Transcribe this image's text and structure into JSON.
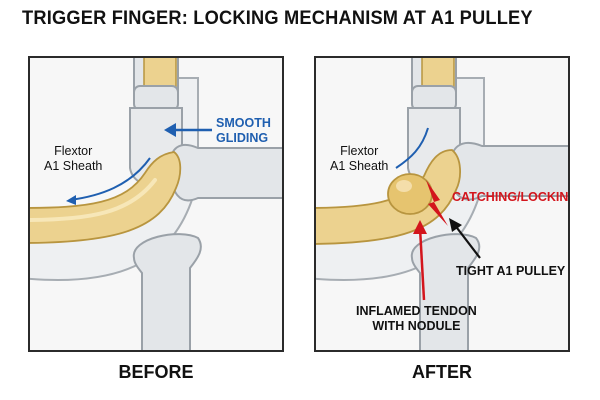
{
  "title": "TRIGGER FINGER: LOCKING MECHANISM AT A1 PULLEY",
  "panels": {
    "before": {
      "caption": "BEFORE",
      "sheath_label_line1": "Flextor",
      "sheath_label_line2": "A1 Sheath",
      "gliding_label_line1": "SMOOTH",
      "gliding_label_line2": "GLIDING"
    },
    "after": {
      "caption": "AFTER",
      "sheath_label_line1": "Flextor",
      "sheath_label_line2": "A1 Sheath",
      "catching_label": "CATCHING/LOCKING",
      "pulley_label": "TIGHT A1 PULLEY",
      "tendon_label_line1": "INFLAMED TENDON",
      "tendon_label_line2": "WITH NODULE"
    }
  },
  "colors": {
    "bone": "#e3e6e9",
    "bone_edge": "#9aa1a8",
    "tendon": "#ecd28f",
    "tendon_edge": "#b8953f",
    "blue_accent": "#1f5fb0",
    "red_accent": "#d3151c"
  }
}
